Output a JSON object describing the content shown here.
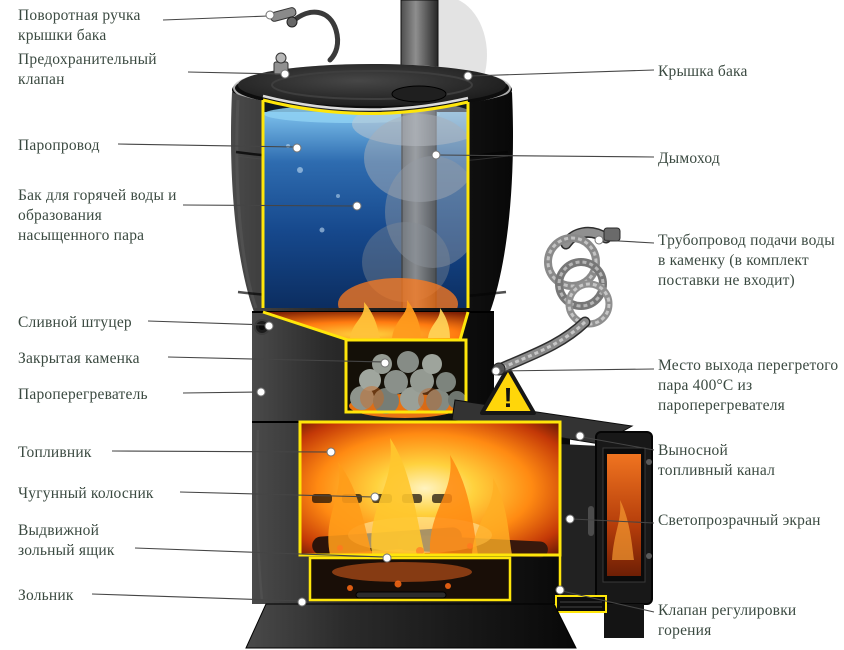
{
  "labels": {
    "left": [
      {
        "text": "Поворотная ручка крышки бака"
      },
      {
        "text": "Предохранительный клапан"
      },
      {
        "text": "Паропровод"
      },
      {
        "text": "Бак для горячей воды и образования насыщенного пара"
      },
      {
        "text": "Сливной штуцер"
      },
      {
        "text": "Закрытая каменка"
      },
      {
        "text": "Пароперегреватель"
      },
      {
        "text": "Топливник"
      },
      {
        "text": "Чугунный колосник"
      },
      {
        "text": "Выдвижной зольный ящик"
      },
      {
        "text": "Зольник"
      }
    ],
    "right": [
      {
        "text": "Крышка бака"
      },
      {
        "text": "Дымоход"
      },
      {
        "text": "Трубопровод подачи воды в каменку (в комплект поставки не входит)"
      },
      {
        "text": "Место выхода перегретого пара 400°С из пароперегревателя"
      },
      {
        "text": "Выносной топливный канал"
      },
      {
        "text": "Светопрозрачный экран"
      },
      {
        "text": "Клапан регулировки горения"
      }
    ]
  },
  "illustration": {
    "warning_symbol": "!",
    "colors": {
      "cutaway_outline": "#ffe60a",
      "water": "#1b4f8e",
      "fire": "#ff8a12",
      "metal_body": "#1a1a1a",
      "label_text": "#3b4a41"
    }
  }
}
